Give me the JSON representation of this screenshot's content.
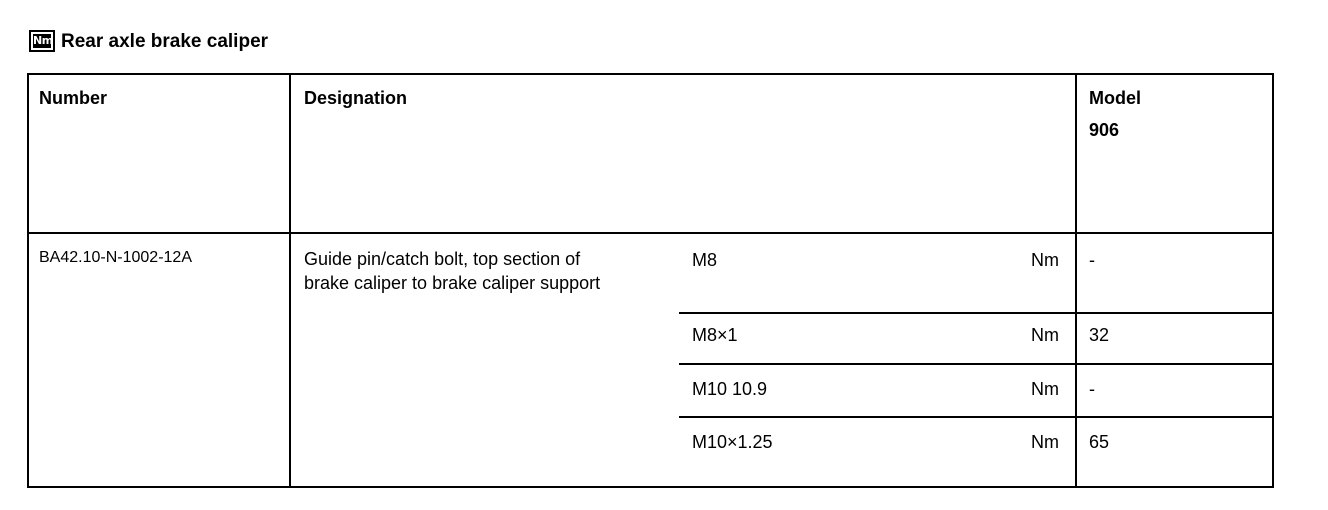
{
  "title": {
    "icon_label": "Nm",
    "text": "Rear axle brake caliper"
  },
  "table": {
    "headers": {
      "number": "Number",
      "designation": "Designation",
      "model_label": "Model",
      "model_value": "906"
    },
    "number": "BA42.10-N-1002-12A",
    "designation_line1": "Guide pin/catch bolt, top section of",
    "designation_line2": "brake caliper to brake caliper support",
    "rows": [
      {
        "thread": "M8",
        "unit": "Nm",
        "value": "-"
      },
      {
        "thread": "M8×1",
        "unit": "Nm",
        "value": "32"
      },
      {
        "thread": "M10 10.9",
        "unit": "Nm",
        "value": "-"
      },
      {
        "thread": "M10×1.25",
        "unit": "Nm",
        "value": "65"
      }
    ]
  }
}
